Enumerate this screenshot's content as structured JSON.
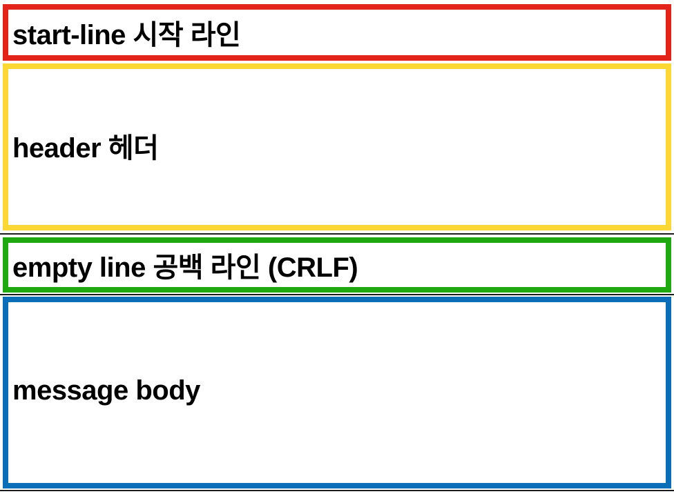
{
  "sections": [
    {
      "label": "start-line 시작 라인",
      "color": "#e3241b"
    },
    {
      "label": "header 헤더",
      "color": "#fdd835"
    },
    {
      "label": "empty line 공백 라인 (CRLF)",
      "color": "#1fa80f"
    },
    {
      "label": "message body",
      "color": "#0a6fb8"
    }
  ]
}
